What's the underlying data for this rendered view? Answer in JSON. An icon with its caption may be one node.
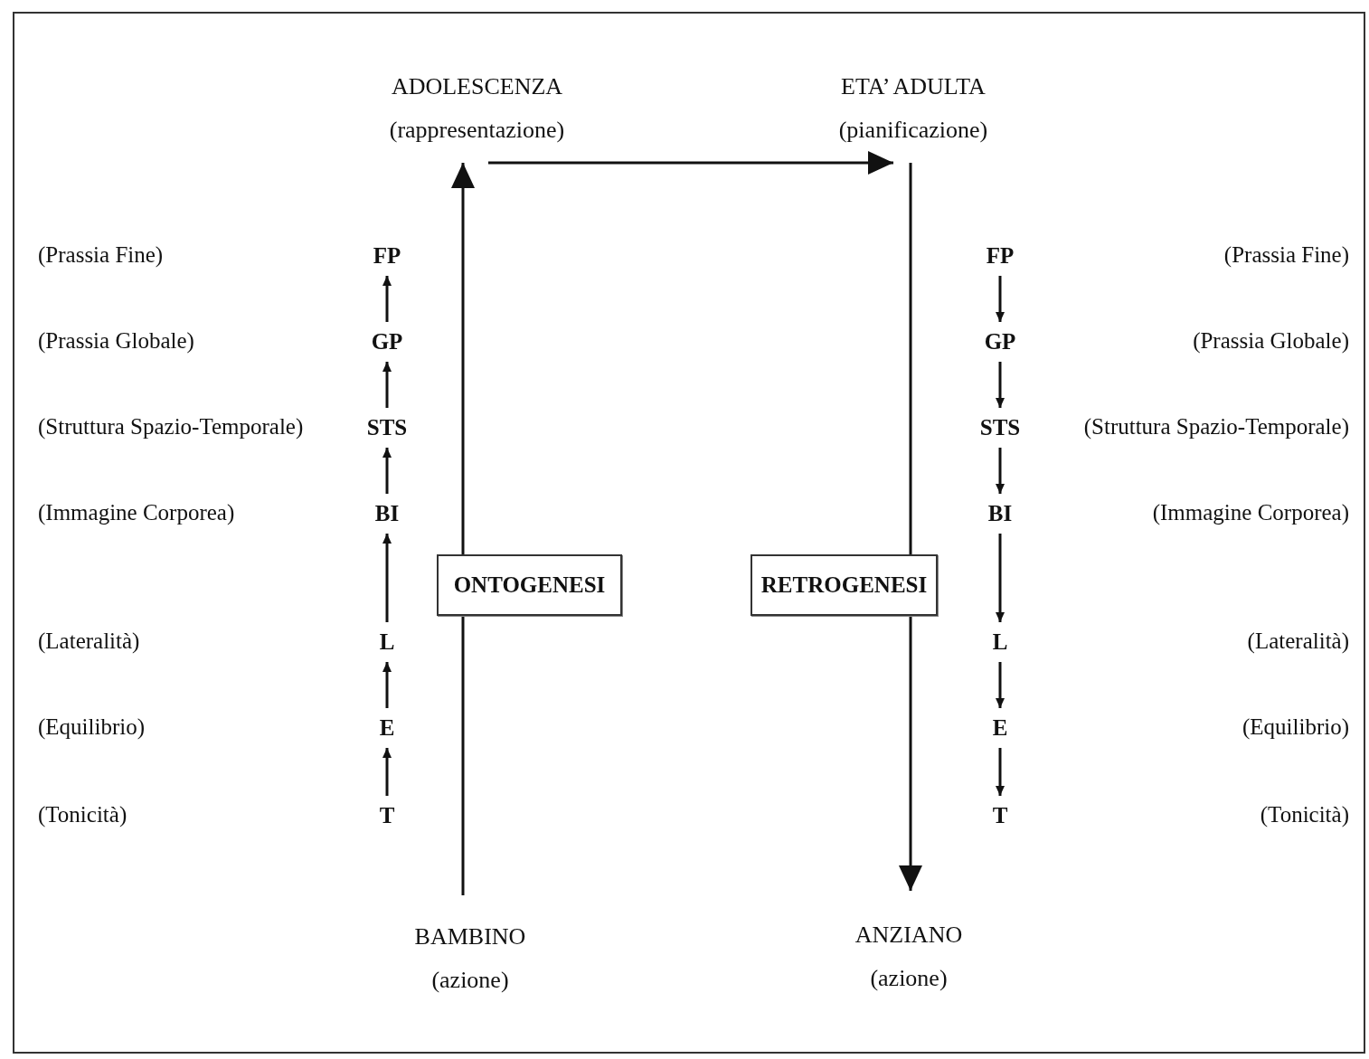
{
  "diagram": {
    "nodes": [
      {
        "text": [
          "ADOLESCENZA",
          "(rappresentazione)"
        ]
      },
      {
        "text": [
          "ETA’ ADULTA",
          "(pianificazione)"
        ]
      },
      {
        "text": [
          "BAMBINO",
          "(azione)"
        ]
      },
      {
        "text": [
          "ANZIANO",
          "(azione)"
        ]
      },
      {
        "text": [
          "FP"
        ]
      },
      {
        "text": [
          "GP"
        ]
      },
      {
        "text": [
          "STS"
        ]
      },
      {
        "text": [
          "BI"
        ]
      },
      {
        "text": [
          "L"
        ]
      },
      {
        "text": [
          "E"
        ]
      },
      {
        "text": [
          "T"
        ]
      },
      {
        "text": [
          "FP"
        ]
      },
      {
        "text": [
          "GP"
        ]
      },
      {
        "text": [
          "STS"
        ]
      },
      {
        "text": [
          "BI"
        ]
      },
      {
        "text": [
          "L"
        ]
      },
      {
        "text": [
          "E"
        ]
      },
      {
        "text": [
          "T"
        ]
      }
    ],
    "edges": [
      {
        "from": 2,
        "to": 0,
        "arrow": "to",
        "label": "ONTOGENESI"
      },
      {
        "from": 0,
        "to": 1,
        "arrow": "to"
      },
      {
        "from": 1,
        "to": 3,
        "arrow": "to",
        "label": "RETROGENESI"
      },
      {
        "from": 10,
        "to": 9,
        "arrow": "to"
      },
      {
        "from": 9,
        "to": 8,
        "arrow": "to"
      },
      {
        "from": 8,
        "to": 7,
        "arrow": "to"
      },
      {
        "from": 7,
        "to": 6,
        "arrow": "to"
      },
      {
        "from": 6,
        "to": 5,
        "arrow": "to"
      },
      {
        "from": 5,
        "to": 4,
        "arrow": "to"
      },
      {
        "from": 11,
        "to": 12,
        "arrow": "to"
      },
      {
        "from": 12,
        "to": 13,
        "arrow": "to"
      },
      {
        "from": 13,
        "to": 14,
        "arrow": "to"
      },
      {
        "from": 14,
        "to": 15,
        "arrow": "to"
      },
      {
        "from": 15,
        "to": 16,
        "arrow": "to"
      },
      {
        "from": 16,
        "to": 17,
        "arrow": "to"
      }
    ],
    "labels": [
      "(Prassia Fine)",
      "(Prassia Fine)",
      "(Prassia Globale)",
      "(Prassia Globale)",
      "(Struttura Spazio-Temporale)",
      "(Struttura Spazio-Temporale)",
      "(Immagine Corporea)",
      "(Immagine Corporea)",
      "(Lateralità)",
      "(Lateralità)",
      "(Equilibrio)",
      "(Equilibrio)",
      "(Tonicità)",
      "(Tonicità)"
    ]
  }
}
